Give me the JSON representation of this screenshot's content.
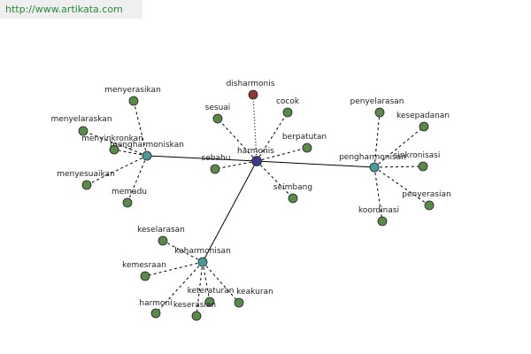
{
  "watermark": "http://www.artikata.com",
  "colors": {
    "leaf": "#5a8a4a",
    "hub_center": "#3a3a8a",
    "hub_secondary": "#4a9a9a",
    "disharmonis": "#8a3a3a"
  },
  "nodes": [
    {
      "id": "harmonis",
      "label": "harmonis",
      "kind": "hub_center"
    },
    {
      "id": "disharmonis",
      "label": "disharmonis",
      "kind": "disharmonis"
    },
    {
      "id": "sesuai",
      "label": "sesuai",
      "kind": "leaf"
    },
    {
      "id": "cocok",
      "label": "cocok",
      "kind": "leaf"
    },
    {
      "id": "berpatutan",
      "label": "berpatutan",
      "kind": "leaf"
    },
    {
      "id": "sebahu",
      "label": "sebahu",
      "kind": "leaf"
    },
    {
      "id": "seimbang",
      "label": "seimbang",
      "kind": "leaf"
    },
    {
      "id": "mengharmoniskan",
      "label": "mengharmoniskan",
      "kind": "hub_secondary"
    },
    {
      "id": "menyerasikan",
      "label": "menyerasikan",
      "kind": "leaf"
    },
    {
      "id": "menyelaraskan",
      "label": "menyelaraskan",
      "kind": "leaf"
    },
    {
      "id": "menyinkronkan",
      "label": "menyinkronkan",
      "kind": "leaf"
    },
    {
      "id": "menyesuaikan",
      "label": "menyesuaikan",
      "kind": "leaf"
    },
    {
      "id": "memadu",
      "label": "memadu",
      "kind": "leaf"
    },
    {
      "id": "pengharmonisan",
      "label": "pengharmonisan",
      "kind": "hub_secondary"
    },
    {
      "id": "penyelarasan",
      "label": "penyelarasan",
      "kind": "leaf"
    },
    {
      "id": "kesepadanan",
      "label": "kesepadanan",
      "kind": "leaf"
    },
    {
      "id": "sinkronisasi",
      "label": "sinkronisasi",
      "kind": "leaf"
    },
    {
      "id": "penyerasian",
      "label": "penyerasian",
      "kind": "leaf"
    },
    {
      "id": "koordinasi",
      "label": "koordinasi",
      "kind": "leaf"
    },
    {
      "id": "keharmonisan",
      "label": "keharmonisan",
      "kind": "hub_secondary"
    },
    {
      "id": "keselarasan",
      "label": "keselarasan",
      "kind": "leaf"
    },
    {
      "id": "kemesraan",
      "label": "kemesraan",
      "kind": "leaf"
    },
    {
      "id": "harmoni",
      "label": "harmoni",
      "kind": "leaf"
    },
    {
      "id": "keserasian",
      "label": "keserasian",
      "kind": "leaf"
    },
    {
      "id": "keteraturan",
      "label": "keteraturan",
      "kind": "leaf"
    },
    {
      "id": "keakuran",
      "label": "keakuran",
      "kind": "leaf"
    }
  ],
  "edges": [
    {
      "from": "harmonis",
      "to": "disharmonis",
      "style": "dot"
    },
    {
      "from": "harmonis",
      "to": "sesuai",
      "style": "dash"
    },
    {
      "from": "harmonis",
      "to": "cocok",
      "style": "dash"
    },
    {
      "from": "harmonis",
      "to": "berpatutan",
      "style": "dash"
    },
    {
      "from": "harmonis",
      "to": "sebahu",
      "style": "dash"
    },
    {
      "from": "harmonis",
      "to": "seimbang",
      "style": "dash"
    },
    {
      "from": "harmonis",
      "to": "mengharmoniskan",
      "style": "solid"
    },
    {
      "from": "harmonis",
      "to": "pengharmonisan",
      "style": "solid"
    },
    {
      "from": "harmonis",
      "to": "keharmonisan",
      "style": "solid"
    },
    {
      "from": "mengharmoniskan",
      "to": "menyerasikan",
      "style": "dash"
    },
    {
      "from": "mengharmoniskan",
      "to": "menyelaraskan",
      "style": "dash"
    },
    {
      "from": "mengharmoniskan",
      "to": "menyinkronkan",
      "style": "dash"
    },
    {
      "from": "mengharmoniskan",
      "to": "menyesuaikan",
      "style": "dash"
    },
    {
      "from": "mengharmoniskan",
      "to": "memadu",
      "style": "dash"
    },
    {
      "from": "pengharmonisan",
      "to": "penyelarasan",
      "style": "dash"
    },
    {
      "from": "pengharmonisan",
      "to": "kesepadanan",
      "style": "dash"
    },
    {
      "from": "pengharmonisan",
      "to": "sinkronisasi",
      "style": "dash"
    },
    {
      "from": "pengharmonisan",
      "to": "penyerasian",
      "style": "dash"
    },
    {
      "from": "pengharmonisan",
      "to": "koordinasi",
      "style": "dash"
    },
    {
      "from": "keharmonisan",
      "to": "keselarasan",
      "style": "dash"
    },
    {
      "from": "keharmonisan",
      "to": "kemesraan",
      "style": "dash"
    },
    {
      "from": "keharmonisan",
      "to": "harmoni",
      "style": "dash"
    },
    {
      "from": "keharmonisan",
      "to": "keserasian",
      "style": "dash"
    },
    {
      "from": "keharmonisan",
      "to": "keteraturan",
      "style": "dash"
    },
    {
      "from": "keharmonisan",
      "to": "keakuran",
      "style": "dash"
    }
  ]
}
